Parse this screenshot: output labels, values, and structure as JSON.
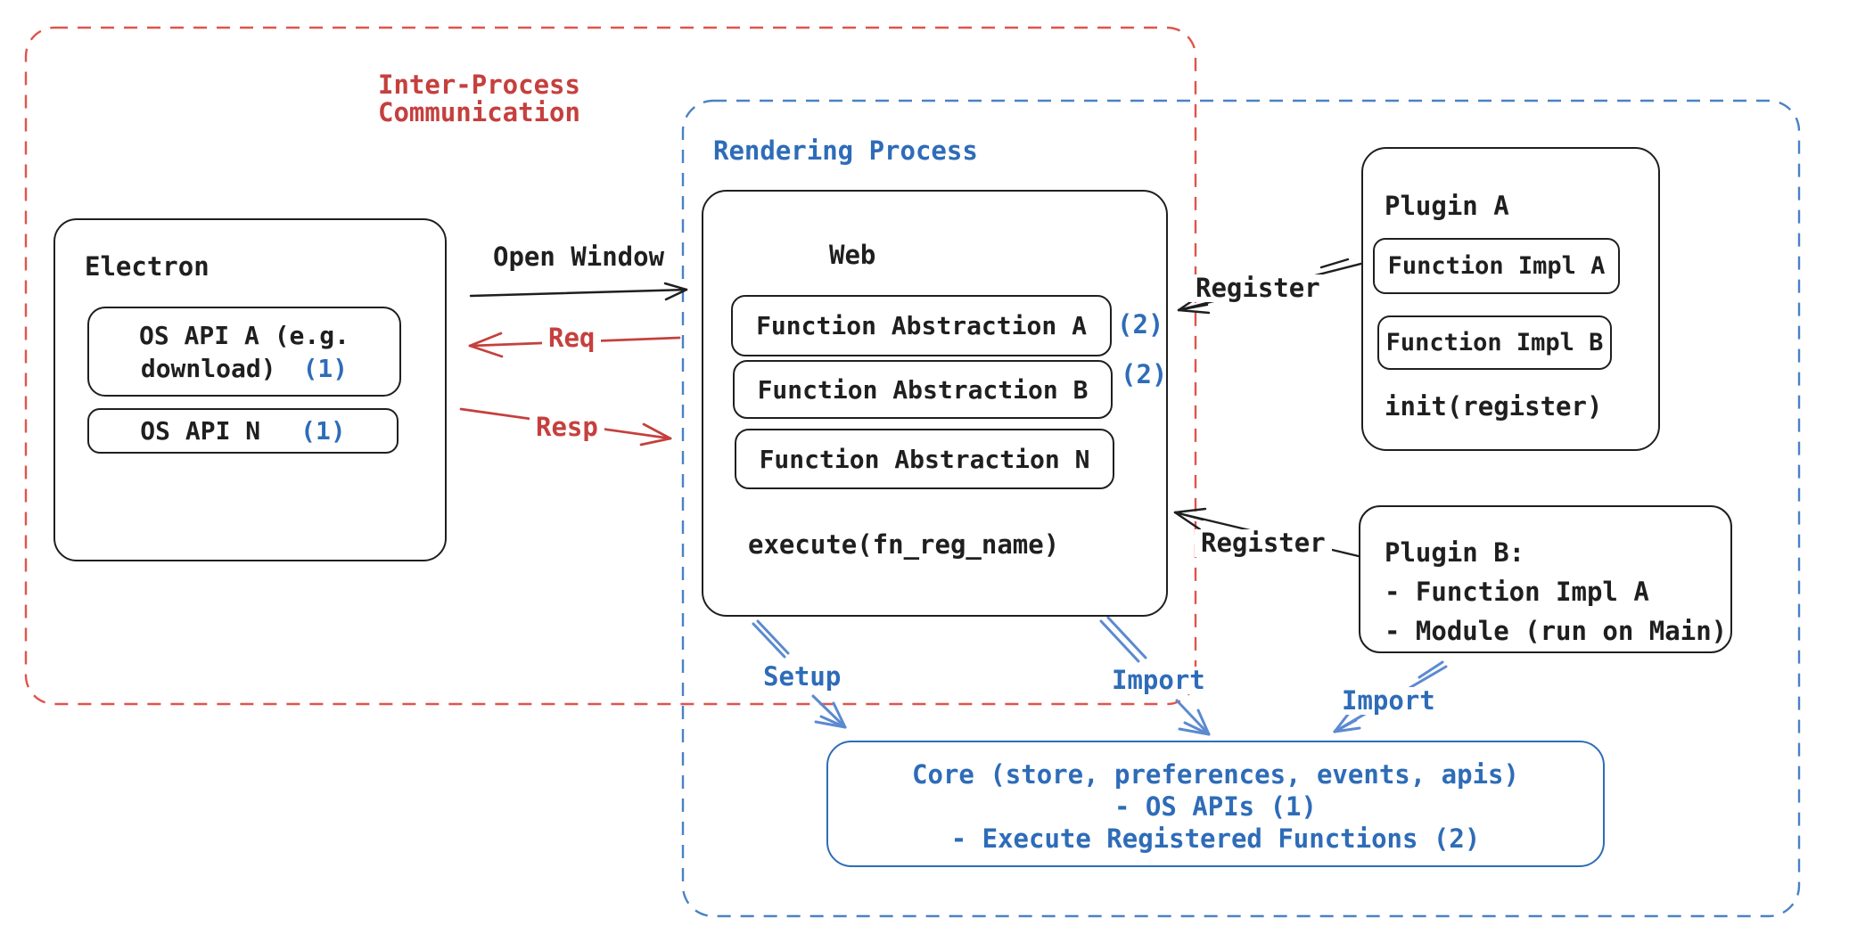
{
  "diagram": {
    "colors": {
      "black": "#1f1f1f",
      "red_text": "#c5403d",
      "red_dash": "#e0544c",
      "blue_text": "#2e6cb8",
      "blue_dash": "#4a81c6",
      "blue_connector": "#5b8ad0"
    },
    "ipc_region": {
      "title_line1": "Inter-Process",
      "title_line2": "Communication"
    },
    "rendering_region": {
      "title": "Rendering Process"
    },
    "electron": {
      "title": "Electron",
      "os_api_a_line1": "OS API A (e.g.",
      "os_api_a_line2": "download)",
      "os_api_a_badge": "(1)",
      "os_api_n": "OS API N",
      "os_api_n_badge": "(1)"
    },
    "web": {
      "title": "Web",
      "fn_abstraction_a": "Function Abstraction A",
      "fn_abstraction_a_badge": "(2)",
      "fn_abstraction_b": "Function Abstraction B",
      "fn_abstraction_b_badge": "(2)",
      "fn_abstraction_n": "Function Abstraction N",
      "execute": "execute(fn_reg_name)"
    },
    "plugin_a": {
      "title": "Plugin A",
      "impl_a": "Function Impl A",
      "impl_b": "Function Impl B",
      "init": "init(register)"
    },
    "plugin_b": {
      "title": "Plugin B:",
      "item1": "- Function Impl A",
      "item2": "- Module (run on Main)"
    },
    "core": {
      "line1": "Core (store, preferences, events, apis)",
      "line2": "- OS APIs (1)",
      "line3": "- Execute Registered Functions (2)"
    },
    "connectors": {
      "open_window": "Open Window",
      "req": "Req",
      "resp": "Resp",
      "register_a": "Register",
      "register_b": "Register",
      "setup": "Setup",
      "import_web": "Import",
      "import_plugin": "Import"
    }
  }
}
